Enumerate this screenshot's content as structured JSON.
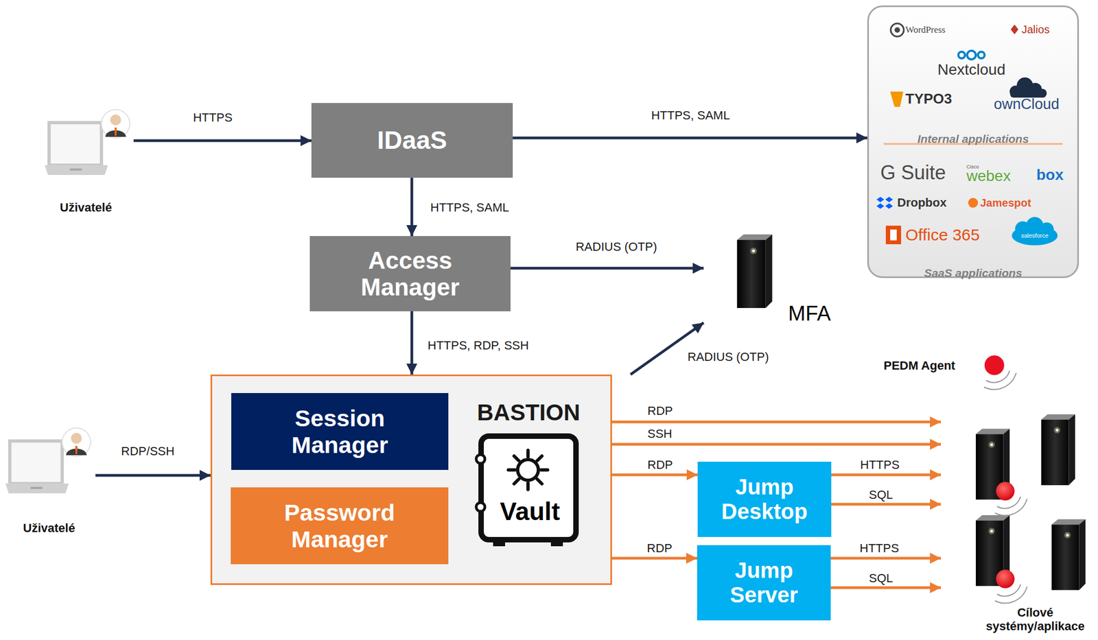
{
  "diagram": {
    "nodes": [
      {
        "text": [
          "Uživatelé"
        ]
      },
      {
        "text": [
          "IDaaS"
        ]
      },
      {
        "text": [
          "Internal applications",
          "SaaS applications"
        ]
      },
      {
        "text": [
          "Access Manager"
        ]
      },
      {
        "text": [
          "MFA"
        ]
      },
      {
        "text": [
          "Uživatelé"
        ]
      },
      {
        "text": [
          "BASTION"
        ]
      },
      {
        "text": [
          "Session Manager"
        ],
        "in": 6
      },
      {
        "text": [
          "Password Manager"
        ],
        "in": 6
      },
      {
        "text": [
          "Vault"
        ],
        "in": 6
      },
      {
        "text": [
          "Jump Desktop"
        ]
      },
      {
        "text": [
          "Jump Server"
        ]
      },
      {
        "text": [
          "Cílové systémy/aplikace"
        ]
      }
    ],
    "edges": [
      {
        "from": 0,
        "to": 1,
        "label": "HTTPS",
        "arrow": "to"
      },
      {
        "from": 1,
        "to": 2,
        "label": "HTTPS, SAML",
        "arrow": "to"
      },
      {
        "from": 1,
        "to": 3,
        "label": "HTTPS, SAML",
        "arrow": "to"
      },
      {
        "from": 3,
        "to": 4,
        "label": "RADIUS (OTP)",
        "arrow": "to"
      },
      {
        "from": 3,
        "to": 6,
        "label": "HTTPS, RDP, SSH",
        "arrow": "to"
      },
      {
        "from": 6,
        "to": 4,
        "label": "RADIUS (OTP)",
        "arrow": "to"
      },
      {
        "from": 5,
        "to": 6,
        "label": "RDP/SSH",
        "arrow": "to"
      },
      {
        "from": 6,
        "to": 12,
        "label": "RDP",
        "arrow": "to"
      },
      {
        "from": 6,
        "to": 12,
        "label": "SSH",
        "arrow": "to"
      },
      {
        "from": 6,
        "to": 10,
        "label": "RDP",
        "arrow": "to"
      },
      {
        "from": 10,
        "to": 12,
        "label": "HTTPS",
        "arrow": "to"
      },
      {
        "from": 10,
        "to": 12,
        "label": "SQL",
        "arrow": "to"
      },
      {
        "from": 6,
        "to": 11,
        "label": "RDP",
        "arrow": "to"
      },
      {
        "from": 11,
        "to": 12,
        "label": "HTTPS",
        "arrow": "to"
      },
      {
        "from": 11,
        "to": 12,
        "label": "SQL",
        "arrow": "to"
      }
    ],
    "labels": [
      "WordPress",
      "Jalios",
      "Nextcloud",
      "TYPO3",
      "ownCloud",
      "G Suite",
      "Cisco",
      "webex",
      "box",
      "Dropbox",
      "Jamespot",
      "Office 365",
      "salesforce"
    ],
    "legend": [
      {
        "text": "PEDM Agent",
        "color": "#e81123"
      }
    ]
  }
}
